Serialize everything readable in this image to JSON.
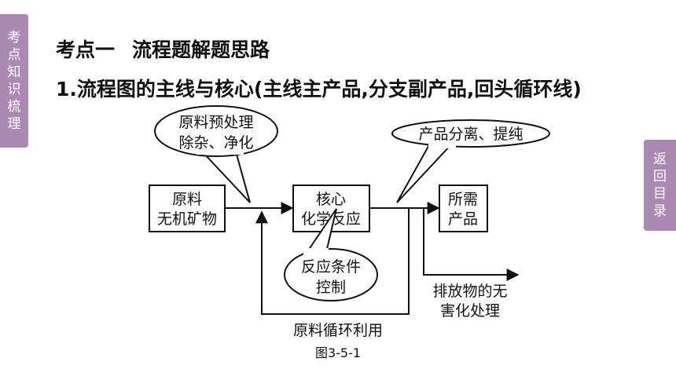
{
  "left_tab": {
    "chars": [
      "考",
      "点",
      "知",
      "识",
      "梳",
      "理"
    ]
  },
  "right_tab": {
    "chars": [
      "返",
      "回",
      "目",
      "录"
    ]
  },
  "heading": {
    "part1": "考点一",
    "part2": "流程题解题思路"
  },
  "subheading": "1.流程图的主线与核心(主线主产品,分支副产品,回头循环线)",
  "diagram": {
    "bubble_pretreat": {
      "line1": "原料预处理",
      "line2": "除杂、净化"
    },
    "bubble_separate": "产品分离、提纯",
    "box_raw": {
      "line1": "原料",
      "line2": "无机矿物"
    },
    "box_core": {
      "line1": "核心",
      "line2": "化学反应"
    },
    "box_product": {
      "line1": "所需",
      "line2": "产品"
    },
    "bubble_conditions": {
      "line1": "反应条件",
      "line2": "控制"
    },
    "waste": {
      "line1": "排放物的无",
      "line2": "害化处理"
    },
    "recycle": "原料循环利用",
    "caption": "图3-5-1"
  }
}
